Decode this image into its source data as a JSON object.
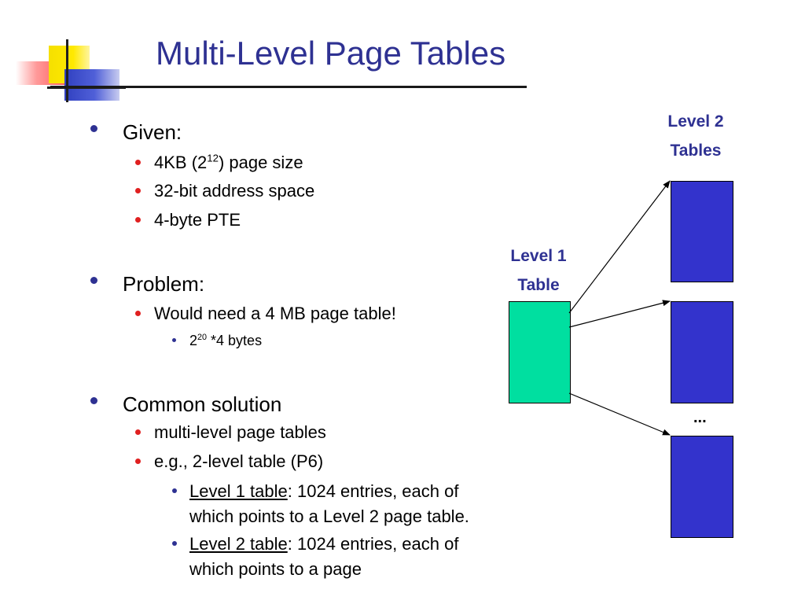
{
  "title": "Multi-Level Page Tables",
  "given": {
    "heading": "Given:",
    "page_size_prefix": "4KB (2",
    "page_size_exp": "12",
    "page_size_suffix": ") page size",
    "address_space": "32-bit address space",
    "pte": "4-byte PTE"
  },
  "problem": {
    "heading": "Problem:",
    "detail": "Would need a 4 MB page table!",
    "calc_base": "2",
    "calc_exp": "20",
    "calc_suffix": " *4 bytes"
  },
  "solution": {
    "heading": "Common solution",
    "item1": "multi-level page tables",
    "item2": "e.g., 2-level table (P6)",
    "level1_term": "Level 1 table",
    "level1_line1": ": 1024 entries, each of",
    "level1_line2": "which points to a Level 2 page table.",
    "level2_term": "Level 2 table",
    "level2_line1": ":  1024 entries, each of",
    "level2_line2": "which points to a page"
  },
  "diagram": {
    "level1_label_line1": "Level 1",
    "level1_label_line2": "Table",
    "level2_label_line1": "Level 2",
    "level2_label_line2": "Tables",
    "ellipsis": "...",
    "colors": {
      "level1_fill": "#00dfa0",
      "level2_fill": "#3333cc",
      "label": "#2e3192"
    }
  }
}
